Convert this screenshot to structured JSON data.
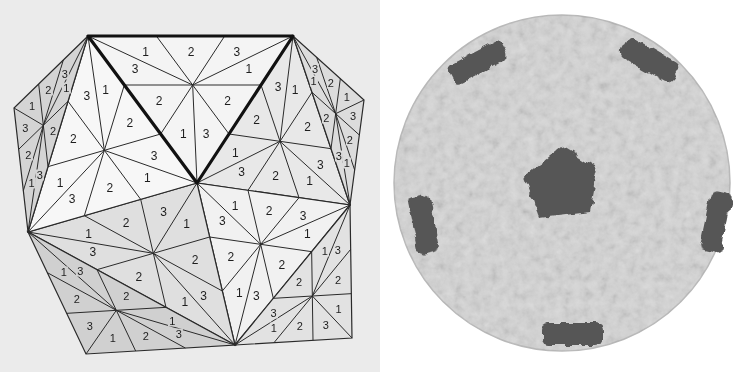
{
  "diagram": {
    "labels": [
      "1",
      "2",
      "3",
      "1",
      "2",
      "3",
      "1",
      "2",
      "3",
      "1",
      "2",
      "3",
      "1",
      "2",
      "3",
      "1",
      "2",
      "3",
      "1",
      "2",
      "3",
      "1",
      "2",
      "3",
      "1",
      "2",
      "3",
      "1",
      "2",
      "3",
      "1",
      "2",
      "3",
      "1",
      "2",
      "3",
      "1",
      "2",
      "3",
      "1",
      "2",
      "3",
      "1",
      "2",
      "3",
      "1",
      "2",
      "3",
      "1",
      "2",
      "3",
      "1",
      "2",
      "3",
      "1",
      "2",
      "3",
      "1",
      "2",
      "3",
      "1",
      "2",
      "3",
      "1",
      "2",
      "3",
      "1",
      "2",
      "3",
      "1",
      "2",
      "3",
      "1",
      "2",
      "3",
      "1",
      "2",
      "3",
      "1",
      "2",
      "3"
    ]
  }
}
